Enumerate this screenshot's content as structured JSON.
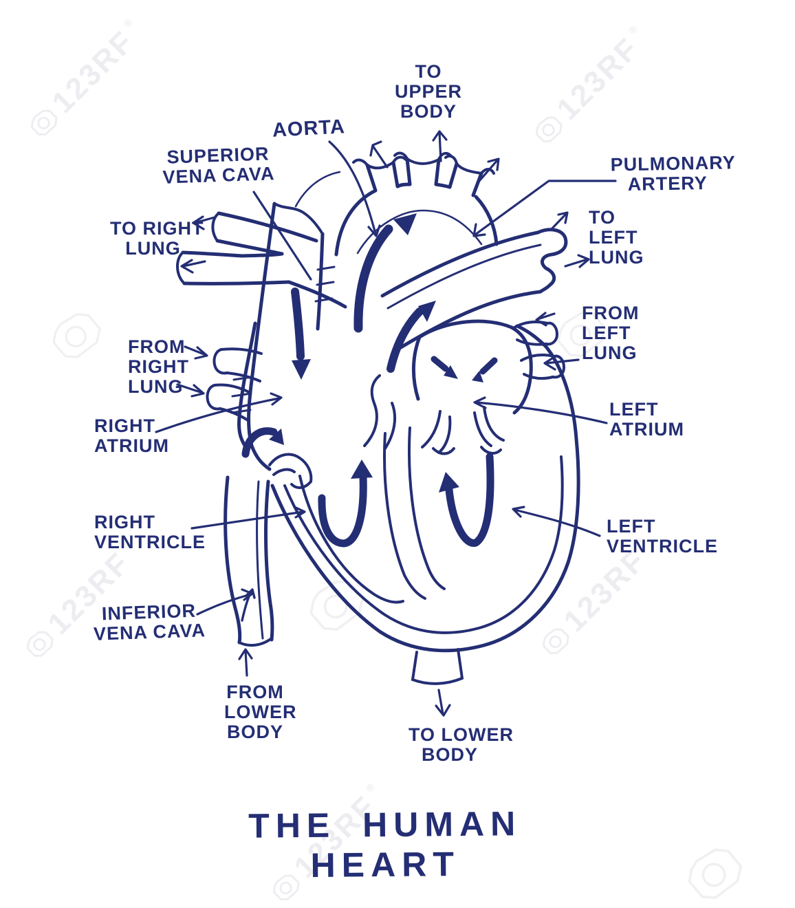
{
  "meta": {
    "ink_color": "#242e74",
    "background_color": "#ffffff",
    "watermark_color": "#ededf1"
  },
  "title": "THE HUMAN HEART",
  "watermark": {
    "text": "123RF",
    "reg": "®"
  },
  "labels": {
    "to_upper_body": [
      "TO",
      "UPPER",
      "BODY"
    ],
    "aorta": [
      "AORTA"
    ],
    "superior_vena_cava": [
      "SUPERIOR",
      "VENA CAVA"
    ],
    "pulmonary_artery": [
      "PULMONARY",
      "ARTERY"
    ],
    "to_right_lung": [
      "TO RIGHT",
      "LUNG"
    ],
    "to_left_lung": [
      "TO",
      "LEFT",
      "LUNG"
    ],
    "from_right_lung": [
      "FROM",
      "RIGHT",
      "LUNG"
    ],
    "from_left_lung": [
      "FROM",
      "LEFT",
      "LUNG"
    ],
    "right_atrium": [
      "RIGHT",
      "ATRIUM"
    ],
    "left_atrium": [
      "LEFT",
      "ATRIUM"
    ],
    "right_ventricle": [
      "RIGHT",
      "VENTRICLE"
    ],
    "left_ventricle": [
      "LEFT",
      "VENTRICLE"
    ],
    "inferior_vena_cava": [
      "INFERIOR",
      "VENA CAVA"
    ],
    "from_lower_body": [
      "FROM",
      "LOWER",
      "BODY"
    ],
    "to_lower_body": [
      "TO LOWER",
      "BODY"
    ]
  }
}
